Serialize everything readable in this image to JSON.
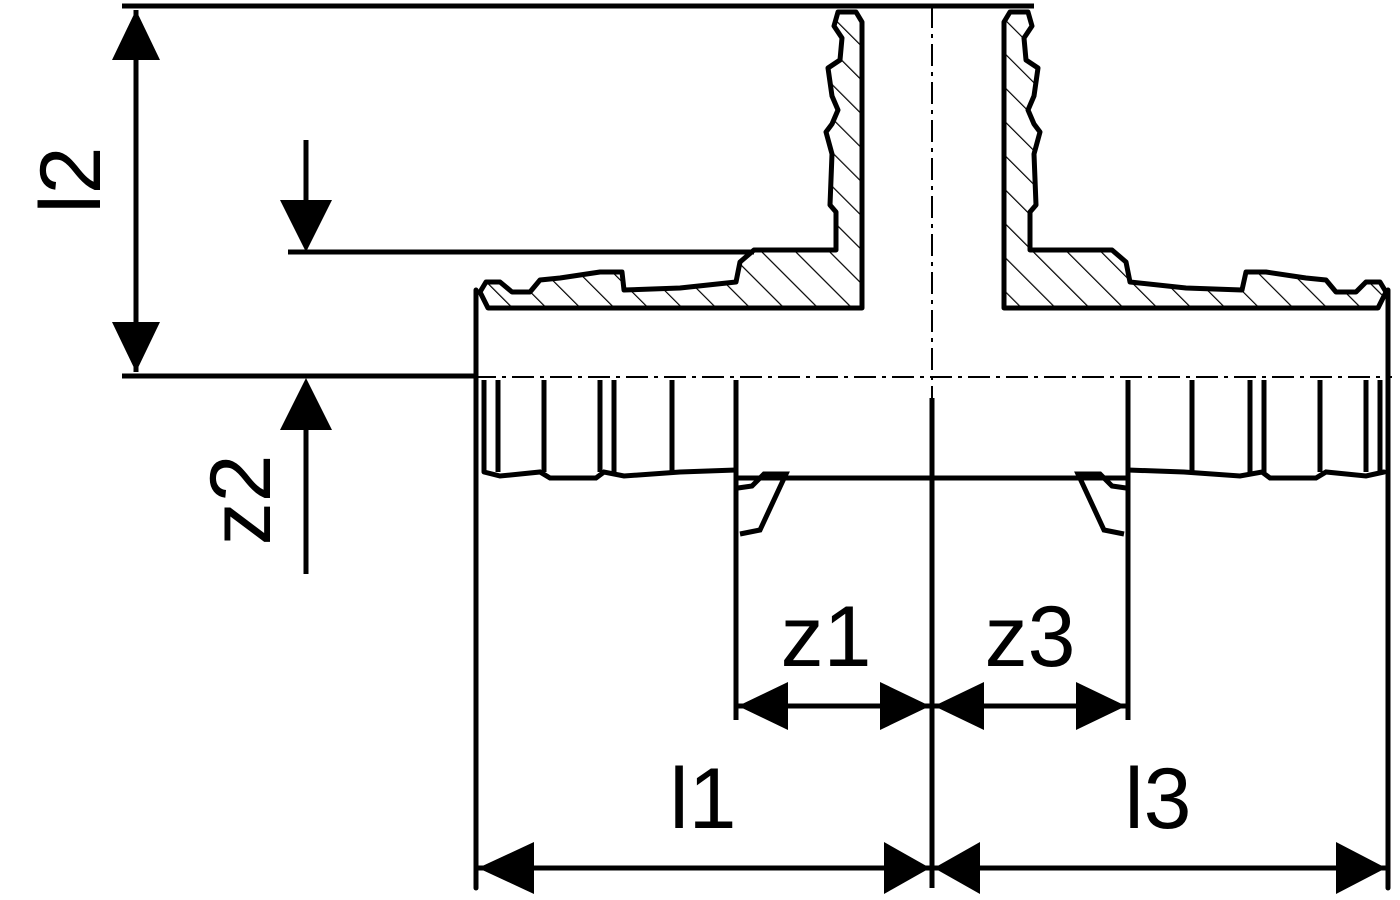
{
  "labels": {
    "l1": "l1",
    "l2": "l2",
    "l3": "l3",
    "z1": "z1",
    "z2": "z2",
    "z3": "z3"
  },
  "colors": {
    "ink": "#000000",
    "paper": "#ffffff"
  }
}
